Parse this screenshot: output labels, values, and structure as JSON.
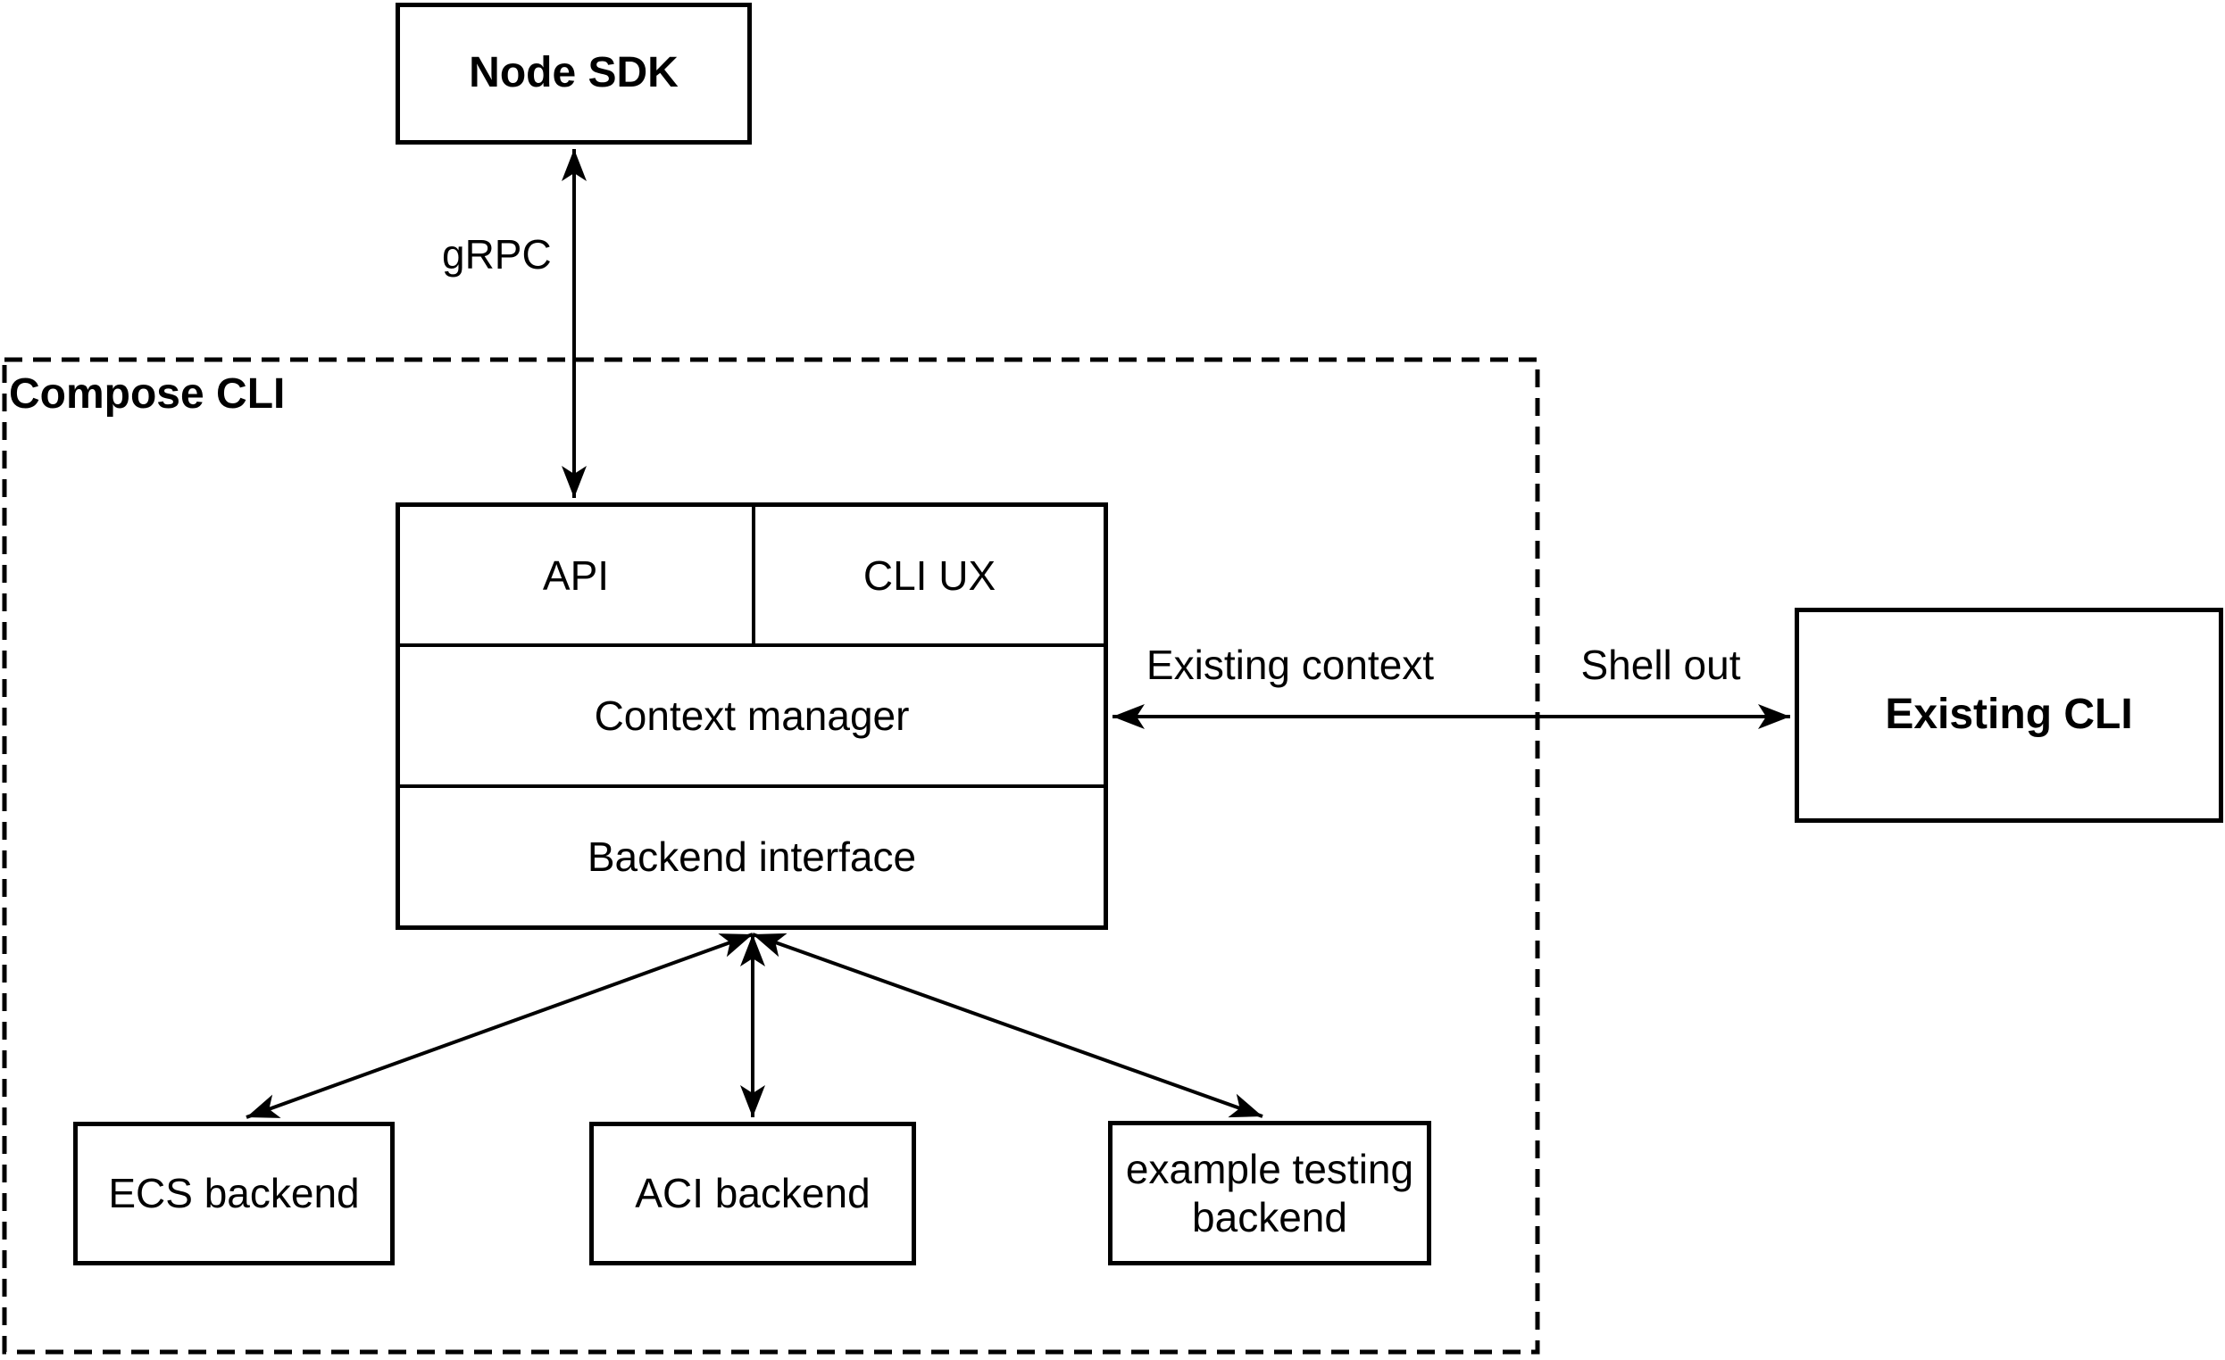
{
  "meta": {
    "background": "#ffffff",
    "stroke_color": "#000000"
  },
  "container": {
    "label": "Compose CLI"
  },
  "nodes": {
    "node_sdk": {
      "label": "Node SDK"
    },
    "api": {
      "label": "API"
    },
    "cli_ux": {
      "label": "CLI UX"
    },
    "context_manager": {
      "label": "Context manager"
    },
    "backend_interface": {
      "label": "Backend interface"
    },
    "existing_cli": {
      "label": "Existing CLI"
    },
    "ecs_backend": {
      "label": "ECS backend"
    },
    "aci_backend": {
      "label": "ACI backend"
    },
    "example_testing_backend": {
      "label_line1": "example testing",
      "label_line2": "backend"
    }
  },
  "edges": {
    "grpc": {
      "label": "gRPC"
    },
    "existing_context": {
      "label": "Existing context"
    },
    "shell_out": {
      "label": "Shell out"
    }
  }
}
